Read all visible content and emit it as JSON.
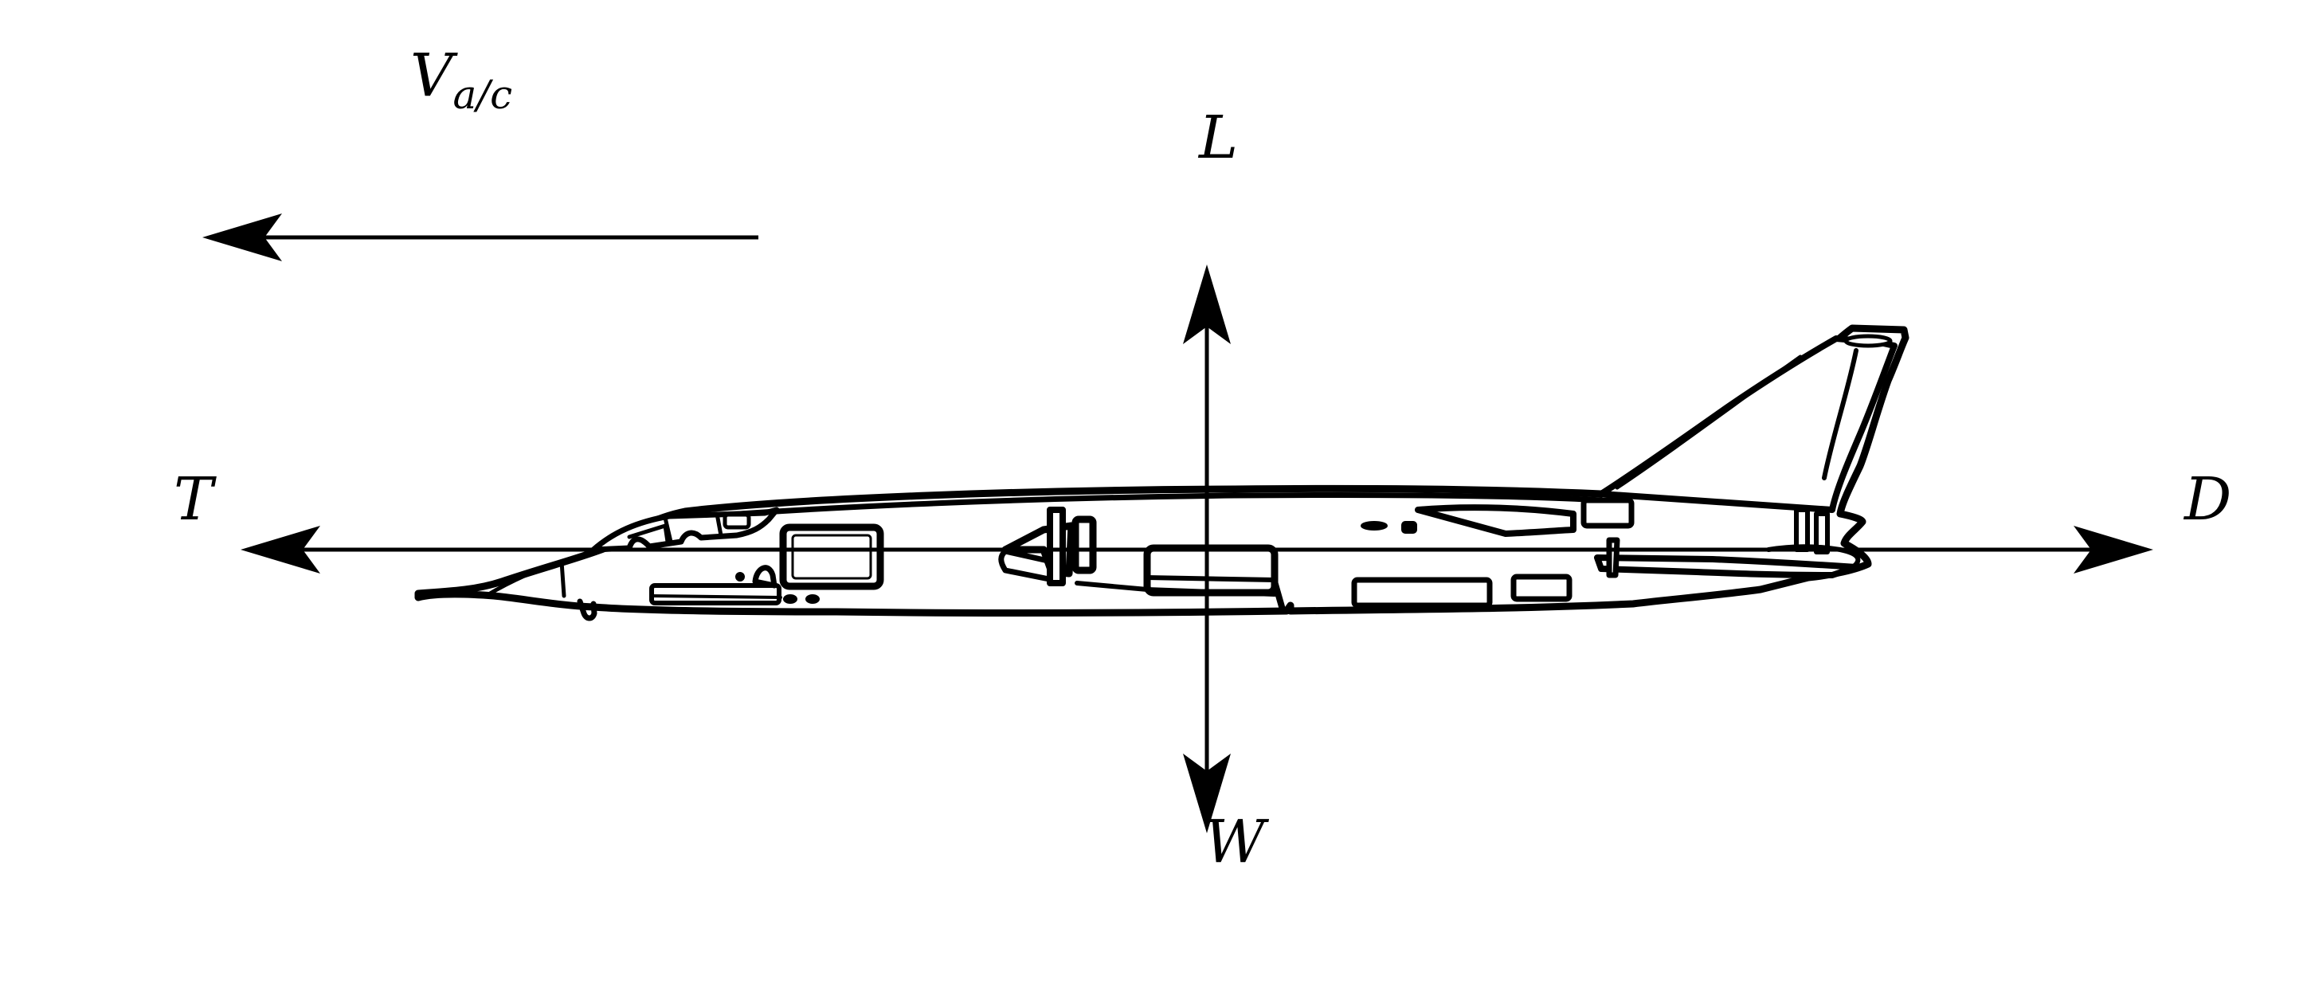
{
  "forces": {
    "velocity": {
      "symbol": "V",
      "subscript": "a/c"
    },
    "lift": "L",
    "weight": "W",
    "thrust": "T",
    "drag": "D"
  },
  "colors": {
    "ink": "#000000",
    "background": "#ffffff"
  }
}
